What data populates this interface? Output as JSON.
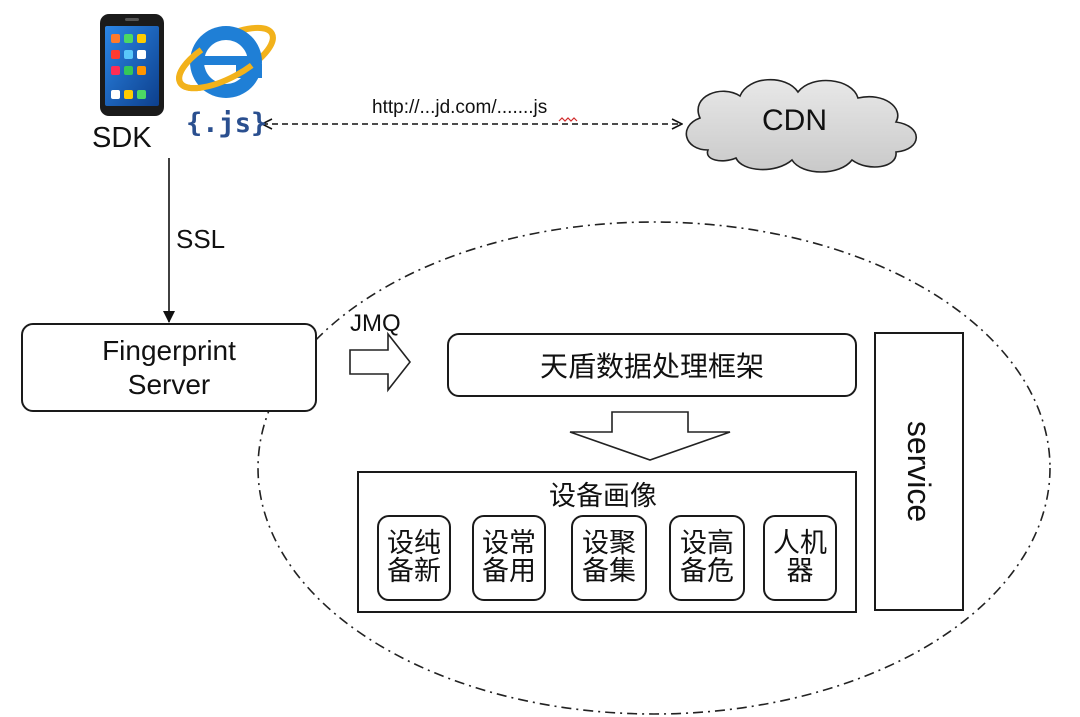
{
  "sdk_label": "SDK",
  "js_label": "{.js}",
  "url_label": "http://...jd.com/.......js",
  "cdn_label": "CDN",
  "ssl_label": "SSL",
  "jmq_label": "JMQ",
  "fingerprint_server": {
    "line1": "Fingerprint",
    "line2": "Server"
  },
  "framework_label": "天盾数据处理框架",
  "service_label": "service",
  "device_profile": {
    "title": "设备画像",
    "modules": [
      {
        "line1": "设纯",
        "line2": "备新"
      },
      {
        "line1": "设常",
        "line2": "备用"
      },
      {
        "line1": "设聚",
        "line2": "备集"
      },
      {
        "line1": "设高",
        "line2": "备危"
      },
      {
        "line1": "人机",
        "line2": "器"
      }
    ]
  },
  "icons": {
    "phone": "smartphone-icon",
    "browser": "internet-explorer-icon",
    "cloud": "cloud-icon"
  },
  "colors": {
    "js_text": "#2a4f8f",
    "cloud_fill": "#d9d9d9",
    "phone_screen": "#1e6fd0",
    "ie_blue": "#1f7fd6",
    "ie_ring": "#f2b21b"
  }
}
